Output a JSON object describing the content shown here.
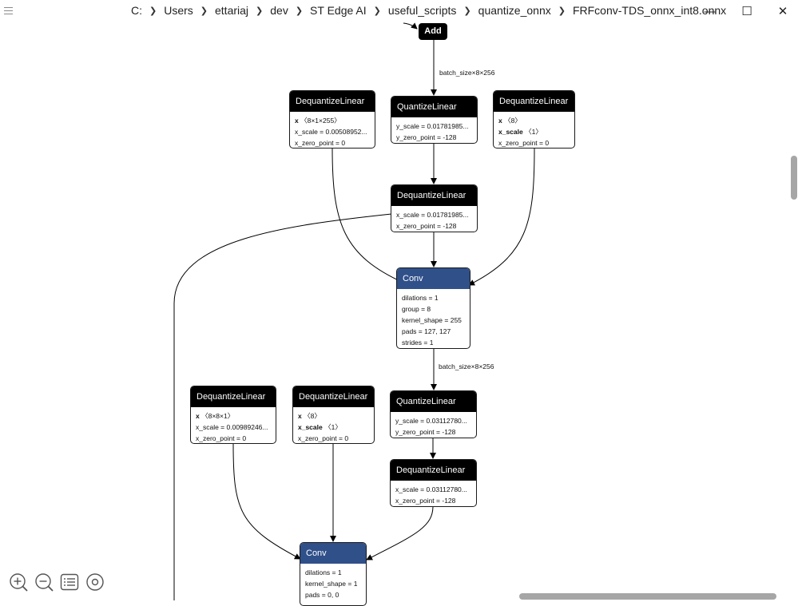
{
  "window": {
    "breadcrumbs": [
      "C:",
      "Users",
      "ettariaj",
      "dev",
      "ST Edge AI",
      "useful_scripts",
      "quantize_onnx",
      "FRFconv-TDS_onnx_int8.onnx"
    ],
    "minimize": "—",
    "maximize": "☐",
    "close": "✕"
  },
  "graph": {
    "add_node": "Add",
    "edge_labels": {
      "top": "batch_size×8×256",
      "mid": "batch_size×8×256"
    },
    "nodes": {
      "dq_a": {
        "title": "DequantizeLinear",
        "x_label": "x",
        "x_shape": "〈8×1×255〉",
        "scale": "x_scale = 0.00508952...",
        "zero": "x_zero_point = 0"
      },
      "q_a": {
        "title": "QuantizeLinear",
        "scale": "y_scale = 0.01781985...",
        "zero": "y_zero_point = -128"
      },
      "dq_b": {
        "title": "DequantizeLinear",
        "x_label": "x",
        "x_shape": "〈8〉",
        "scale_label": "x_scale",
        "scale_shape": "〈1〉",
        "zero": "x_zero_point = 0"
      },
      "dq_c": {
        "title": "DequantizeLinear",
        "scale": "x_scale = 0.01781985...",
        "zero": "x_zero_point = -128"
      },
      "conv_a": {
        "title": "Conv",
        "dilations": "dilations = 1",
        "group": "group = 8",
        "kernel": "kernel_shape = 255",
        "pads": "pads = 127, 127",
        "strides": "strides = 1"
      },
      "dq_d": {
        "title": "DequantizeLinear",
        "x_label": "x",
        "x_shape": "〈8×8×1〉",
        "scale": "x_scale = 0.00989246...",
        "zero": "x_zero_point = 0"
      },
      "dq_e": {
        "title": "DequantizeLinear",
        "x_label": "x",
        "x_shape": "〈8〉",
        "scale_label": "x_scale",
        "scale_shape": "〈1〉",
        "zero": "x_zero_point = 0"
      },
      "q_b": {
        "title": "QuantizeLinear",
        "scale": "y_scale = 0.03112780...",
        "zero": "y_zero_point = -128"
      },
      "dq_f": {
        "title": "DequantizeLinear",
        "scale": "x_scale = 0.03112780...",
        "zero": "x_zero_point = -128"
      },
      "conv_b": {
        "title": "Conv",
        "dilations": "dilations = 1",
        "kernel": "kernel_shape = 1",
        "pads": "pads = 0, 0"
      }
    }
  },
  "toolbar": {
    "zoom_in": "zoom-in-icon",
    "zoom_out": "zoom-out-icon",
    "list": "list-icon",
    "target": "target-icon"
  },
  "colors": {
    "node_header": "#000000",
    "conv_header": "#30508a"
  }
}
